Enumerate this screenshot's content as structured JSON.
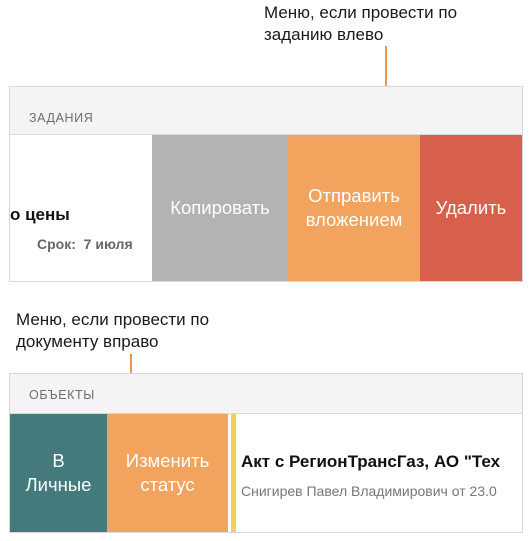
{
  "annotations": {
    "top": "Меню, если провести по заданию влево",
    "bottom": "Меню, если провести по документу вправо"
  },
  "tasks_section": {
    "header": "ЗАДАНИЯ",
    "item": {
      "title": "о цены",
      "deadline_label": "Срок:",
      "deadline_value": "7 июля"
    },
    "actions": [
      {
        "label": "Копировать",
        "color": "#b3b3b3"
      },
      {
        "label": "Отправить вложением",
        "color": "#f2a35e"
      },
      {
        "label": "Удалить",
        "color": "#d7604d"
      }
    ]
  },
  "objects_section": {
    "header": "ОБЪЕКТЫ",
    "actions": [
      {
        "label": "В Личные",
        "color": "#447a7b"
      },
      {
        "label": "Изменить статус",
        "color": "#f2a35e"
      }
    ],
    "item": {
      "title": "Акт с РегионТрансГаз, АО \"Тех",
      "subtitle": "Снигирев Павел Владимирович  от 23.0",
      "stripe_color": "#f6cf5a"
    }
  },
  "accent_color": "#e9974f"
}
